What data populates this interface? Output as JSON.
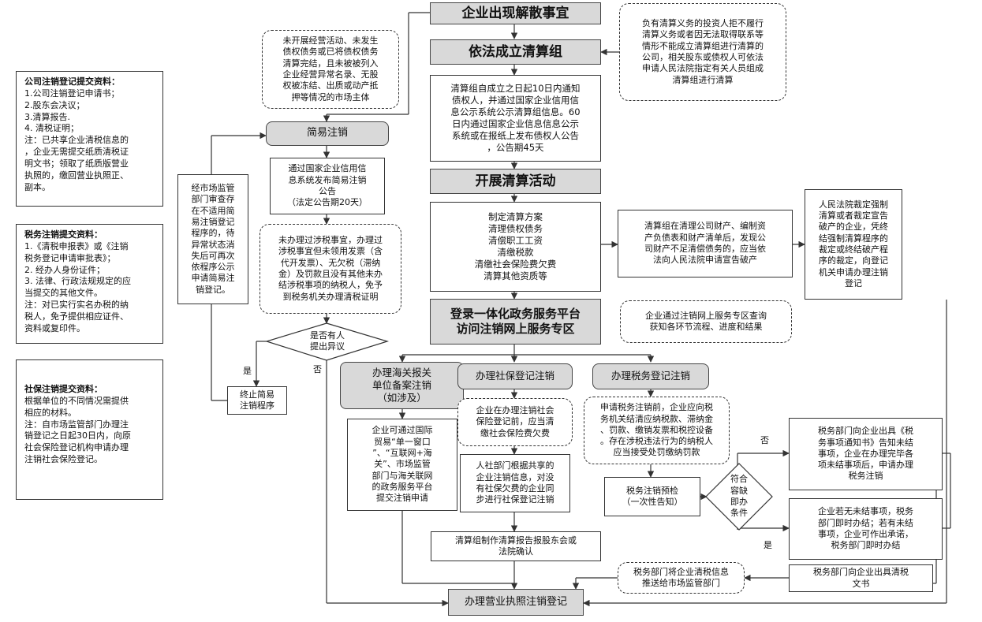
{
  "main": {
    "start": "企业出现解散事宜",
    "setup_group": "依法成立清算组",
    "group_notice": "清算组自成立之日起10日内通知\n债权人，并通过国家企业信用信\n息公示系统公示清算组信息。60\n日内通过国家企业信息信息公示\n系统或在报纸上发布债权人公告\n，公告期45天",
    "liquidation": "开展清算活动",
    "liquidation_tasks": "制定清算方案\n清理债权债务\n清偿职工工资\n清缴税款\n清缴社会保险费欠费\n清算其他资质等",
    "platform": "登录一体化政务服务平台\n访问注销网上服务专区",
    "report": "清算组制作清算报告报股东会或\n法院确认",
    "final": "办理营业执照注销登记"
  },
  "notes": {
    "simple_conditions": "未开展经营活动、未发生\n债权债务或已将债权债务\n清算完结，且未被被列入\n企业经营异常名录、无股\n权被冻结、出质或动产抵\n押等情况的市场主体",
    "investor_refuse": "负有清算义务的投资人拒不履行\n清算义务或者因无法取得联系等\n情形不能成立清算组进行清算的\n公司，相关股东或债权人可依法\n申请人民法院指定有关人员组成\n清算组进行清算",
    "bankruptcy_apply": "清算组在清理公司财产、编制资\n产负债表和财产清单后，发现公\n司财产不足清偿债务的，应当依\n法向人民法院申请宣告破产",
    "court_ruling": "人民法院裁定强制\n清算或者裁定宣告\n破产的企业，凭终\n结强制清算程序的\n裁定或终结破产程\n序的裁定，向登记\n机关申请办理注销\n登记",
    "query_progress": "企业通过注销网上服务专区查询\n获知各环节流程、进度和结果"
  },
  "simple": {
    "title": "简易注销",
    "announce": "通过国家企业信用信\n息系统发布简易注销\n公告\n（法定公告期20天）",
    "tax_condition": "未办理过涉税事宜，办理过\n涉税事宜但未领用发票（含\n代开发票）、无欠税（滞纳\n金）及罚款且没有其他未办\n结涉税事项的纳税人，免予\n到税务机关办理清税证明",
    "objection_q": "是否有人\n提出异议",
    "yes": "是",
    "no": "否",
    "terminate": "终止简易\n注销程序",
    "recheck": "经市场监管\n部门审查存\n在不适用简\n易注销登记\n程序的，待\n异常状态消\n失后可再次\n依程序公示\n申请简易注\n销登记。"
  },
  "customs": {
    "title": "办理海关报关\n单位备案注销\n（如涉及）",
    "desc": "企业可通过国际\n贸易“单一窗口\n”、“互联网+海\n关”、市场监管\n部门与海关联网\n的政务服务平台\n提交注销申请"
  },
  "social": {
    "title": "办理社保登记注销",
    "note": "企业在办理注销社会\n保险登记前，应当清\n缴社会保险费欠费",
    "desc": "人社部门根据共享的\n企业注销信息，对没\n有社保欠费的企业同\n步进行社保登记注销"
  },
  "tax": {
    "title": "办理税务登记注销",
    "note": "申请税务注销前，企业应向税\n务机关结清应纳税款、滞纳金\n、罚款、缴销发票和税控设备\n。存在涉税违法行为的纳税人\n应当接受处罚缴纳罚款",
    "precheck": "税务注销预检\n（一次性告知）",
    "diamond": "符合\n容缺\n即办\n条件",
    "no": "否",
    "yes": "是",
    "notice": "税务部门向企业出具《税\n务事项通知书》告知未结\n事项，企业在办理完毕各\n项未结事项后，申请办理\n税务注销",
    "immediate": "企业若无未结事项，税务\n部门即时办结；若有未结\n事项，企业可作出承诺，\n税务部门即时办结",
    "certificate": "税务部门向企业出具清税\n文书",
    "push": "税务部门将企业清税信息\n推送给市场监管部门"
  },
  "sidebar": {
    "company": {
      "title": "公司注销登记提交资料：",
      "body": "1.公司注销登记申请书；\n2.股东会决议；\n3.清算报告.\n4. 清税证明；\n注：已共享企业清税信息的\n，企业无需提交纸质清税证\n明文书；领取了纸质版营业\n执照的，缴回营业执照正、\n副本。"
    },
    "tax": {
      "title": "税务注销提交资料：",
      "body": "1.《清税申报表》或《注销\n税务登记申请审批表》；\n2. 经办人身份证件；\n3. 法律、行政法规规定的应\n当提交的其他文件。\n注：对已实行实名办税的纳\n税人，免予提供相应证件、\n资料或复印件。"
    },
    "social": {
      "title": "社保注销提交资料：",
      "body": "根据单位的不同情况需提供\n相应的材料。\n注：自市场监管部门办理注\n销登记之日起30日内，向原\n社会保险登记机构申请办理\n注销社会保险登记。"
    }
  }
}
